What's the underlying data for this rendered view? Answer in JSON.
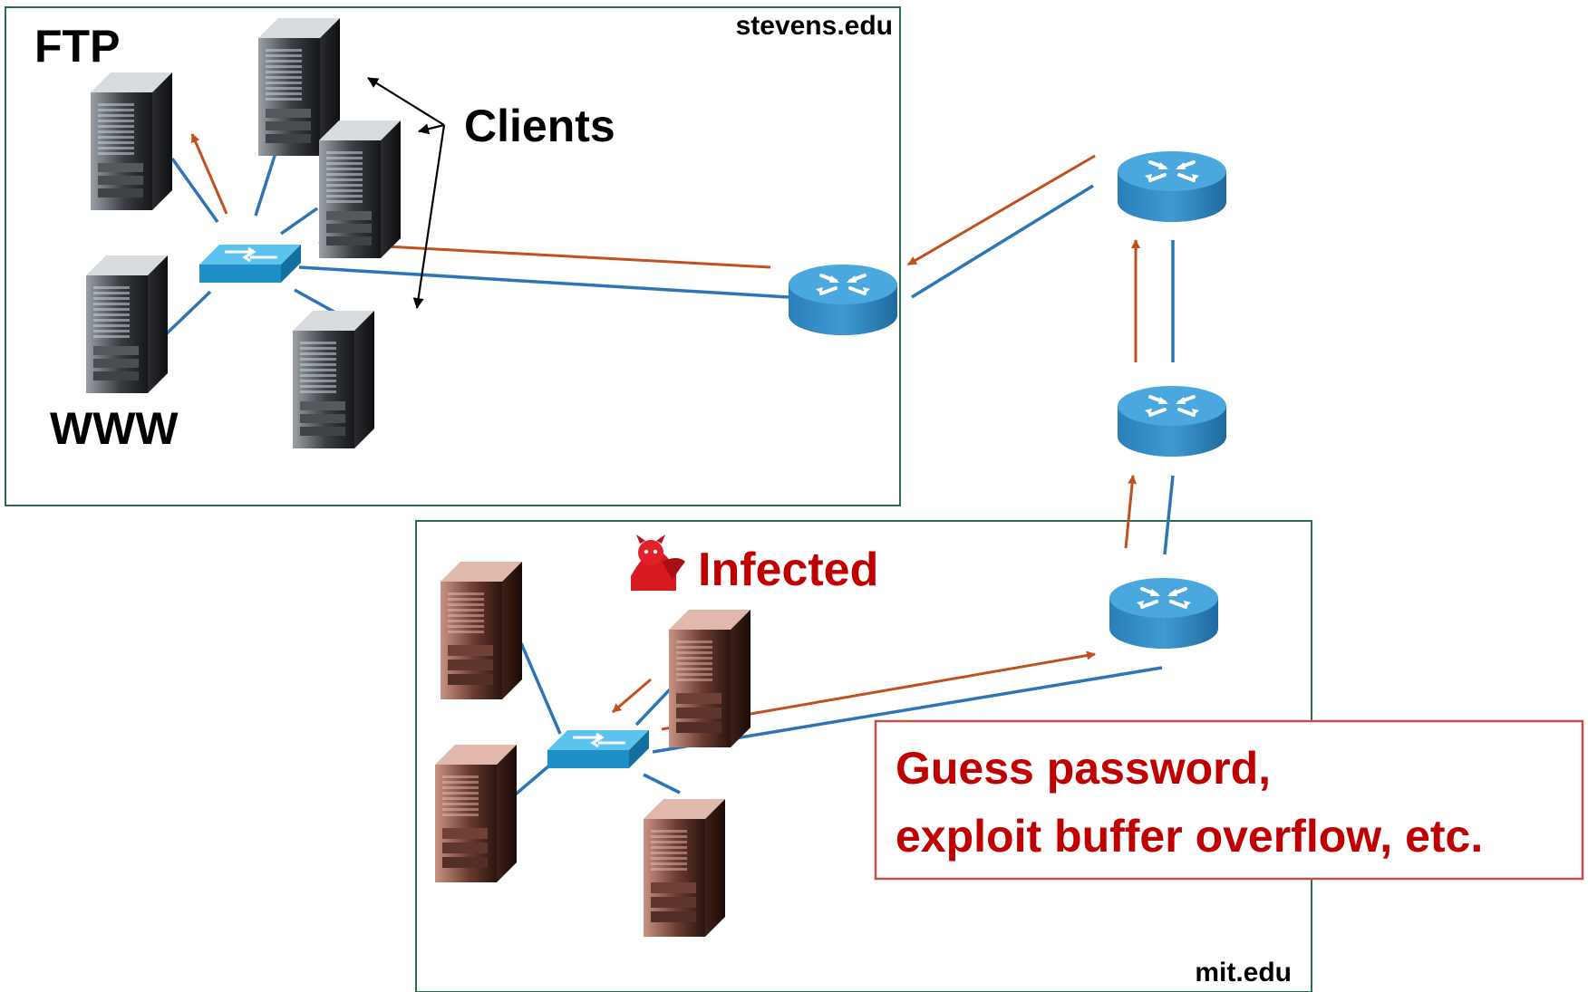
{
  "networks": {
    "stevens": {
      "domain": "stevens.edu"
    },
    "mit": {
      "domain": "mit.edu"
    }
  },
  "labels": {
    "ftp": "FTP",
    "www": "WWW",
    "clients": "Clients",
    "infected": "Infected"
  },
  "callout": {
    "line1": "Guess password,",
    "line2": "exploit buffer overflow, etc."
  },
  "colors": {
    "box_border": "#2e6b4e",
    "link": "#2e75b6",
    "attack_arrow": "#c0501f",
    "alert_text": "#c00000",
    "router": "#3a8fc4",
    "switch": "#29a3db",
    "server_dark": "#2e2e2e",
    "server_infected": "#6b3a30"
  },
  "icons": {
    "server": "server-icon",
    "switch": "switch-icon",
    "router": "router-icon",
    "devil": "devil-icon"
  }
}
